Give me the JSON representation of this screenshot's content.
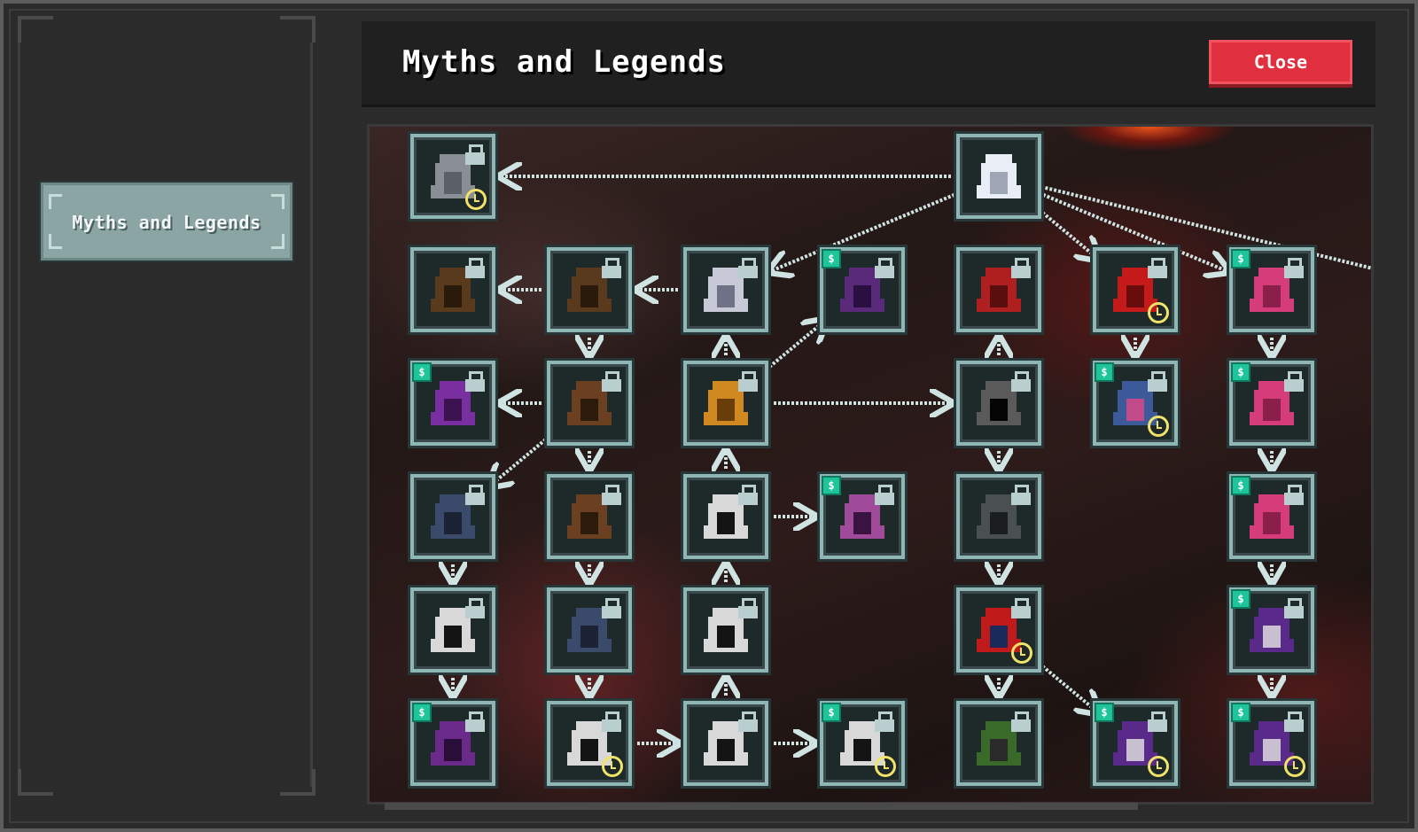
{
  "window": {
    "title": "Myths and Legends",
    "close_label": "Close"
  },
  "sidebar": {
    "tabs": [
      {
        "label": "Myths and Legends",
        "selected": true
      }
    ]
  },
  "colors": {
    "panel": "#2b2b2b",
    "header": "#202020",
    "tab": "#8ba4a4",
    "close": "#e0303f",
    "node_border": "#8fb5b5",
    "arrow": "#cfe3e3",
    "coin": "#1fc59a",
    "clock": "#f1e36a"
  },
  "tree": {
    "nodes": [
      {
        "id": "grey-skull",
        "col": 0,
        "row": 0,
        "icon": "grey-skull-icon",
        "locked": true,
        "premium": false,
        "timed": true
      },
      {
        "id": "white-skull",
        "col": 4,
        "row": 0,
        "icon": "white-skull-icon",
        "locked": false,
        "premium": false,
        "timed": false
      },
      {
        "id": "hood-brown-a",
        "col": 0,
        "row": 1,
        "icon": "brown-hood-icon",
        "locked": true,
        "premium": false,
        "timed": false
      },
      {
        "id": "hood-brown-b",
        "col": 1,
        "row": 1,
        "icon": "brown-hood-icon",
        "locked": true,
        "premium": false,
        "timed": false
      },
      {
        "id": "white-hood",
        "col": 2,
        "row": 1,
        "icon": "white-hood-icon",
        "locked": true,
        "premium": false,
        "timed": false
      },
      {
        "id": "purple-demon",
        "col": 3,
        "row": 1,
        "icon": "purple-demon-icon",
        "locked": true,
        "premium": true,
        "timed": false
      },
      {
        "id": "red-gate",
        "col": 4,
        "row": 1,
        "icon": "red-gate-icon",
        "locked": true,
        "premium": false,
        "timed": false
      },
      {
        "id": "red-target",
        "col": 5,
        "row": 1,
        "icon": "red-spiral-icon",
        "locked": true,
        "premium": false,
        "timed": true
      },
      {
        "id": "pink-star-a",
        "col": 6,
        "row": 1,
        "icon": "pink-star-icon",
        "locked": true,
        "premium": true,
        "timed": false
      },
      {
        "id": "purple-star-hood",
        "col": 0,
        "row": 2,
        "icon": "purple-star-hood-icon",
        "locked": true,
        "premium": true,
        "timed": false
      },
      {
        "id": "brown-star-hood-a",
        "col": 1,
        "row": 2,
        "icon": "brown-star-hood-icon",
        "locked": true,
        "premium": false,
        "timed": false
      },
      {
        "id": "orange-hood",
        "col": 2,
        "row": 2,
        "icon": "orange-hood-icon",
        "locked": true,
        "premium": false,
        "timed": false
      },
      {
        "id": "dark-portal",
        "col": 4,
        "row": 2,
        "icon": "dark-portal-icon",
        "locked": true,
        "premium": false,
        "timed": false
      },
      {
        "id": "blue-wizard",
        "col": 5,
        "row": 2,
        "icon": "blue-wizard-icon",
        "locked": true,
        "premium": true,
        "timed": true
      },
      {
        "id": "pink-star-b",
        "col": 6,
        "row": 2,
        "icon": "pink-star-icon",
        "locked": true,
        "premium": true,
        "timed": false
      },
      {
        "id": "navy-star-hood-a",
        "col": 0,
        "row": 3,
        "icon": "navy-star-hood-icon",
        "locked": true,
        "premium": false,
        "timed": false
      },
      {
        "id": "brown-star-hood-b",
        "col": 1,
        "row": 3,
        "icon": "brown-star-hood-icon",
        "locked": true,
        "premium": false,
        "timed": false
      },
      {
        "id": "skull-priest-a",
        "col": 2,
        "row": 3,
        "icon": "skull-priest-icon",
        "locked": true,
        "premium": false,
        "timed": false
      },
      {
        "id": "purple-skull-priest",
        "col": 3,
        "row": 3,
        "icon": "purple-skull-priest-icon",
        "locked": true,
        "premium": true,
        "timed": false
      },
      {
        "id": "graveyard",
        "col": 4,
        "row": 3,
        "icon": "graveyard-icon",
        "locked": true,
        "premium": false,
        "timed": false
      },
      {
        "id": "pink-star-c",
        "col": 6,
        "row": 3,
        "icon": "pink-star-icon",
        "locked": true,
        "premium": true,
        "timed": false
      },
      {
        "id": "skull-priest-b",
        "col": 0,
        "row": 4,
        "icon": "skull-priest-icon",
        "locked": true,
        "premium": false,
        "timed": false
      },
      {
        "id": "navy-star-hood-b",
        "col": 1,
        "row": 4,
        "icon": "navy-star-hood-icon",
        "locked": true,
        "premium": false,
        "timed": false
      },
      {
        "id": "skull-priest-c",
        "col": 2,
        "row": 4,
        "icon": "skull-priest-icon",
        "locked": true,
        "premium": false,
        "timed": false
      },
      {
        "id": "horned-demon",
        "col": 4,
        "row": 4,
        "icon": "horned-demon-icon",
        "locked": true,
        "premium": false,
        "timed": true
      },
      {
        "id": "violet-skull-mage",
        "col": 6,
        "row": 4,
        "icon": "violet-skull-mage-icon",
        "locked": true,
        "premium": true,
        "timed": false
      },
      {
        "id": "purple-hood",
        "col": 0,
        "row": 5,
        "icon": "purple-hood-icon",
        "locked": true,
        "premium": true,
        "timed": false
      },
      {
        "id": "skull-priest-d",
        "col": 1,
        "row": 5,
        "icon": "skull-priest-icon",
        "locked": true,
        "premium": false,
        "timed": true
      },
      {
        "id": "skull-priest-e",
        "col": 2,
        "row": 5,
        "icon": "skull-priest-cross-icon",
        "locked": true,
        "premium": false,
        "timed": false
      },
      {
        "id": "skull-priest-f",
        "col": 3,
        "row": 5,
        "icon": "skull-priest-icon",
        "locked": true,
        "premium": true,
        "timed": true
      },
      {
        "id": "green-ruins",
        "col": 4,
        "row": 5,
        "icon": "green-ruins-icon",
        "locked": true,
        "premium": false,
        "timed": false
      },
      {
        "id": "violet-skull-mage-b",
        "col": 5,
        "row": 5,
        "icon": "violet-skull-mage-icon",
        "locked": true,
        "premium": true,
        "timed": true
      },
      {
        "id": "violet-skull-mage-c",
        "col": 6,
        "row": 5,
        "icon": "violet-skull-mage-icon",
        "locked": true,
        "premium": true,
        "timed": true
      }
    ],
    "links": [
      [
        "white-skull",
        "grey-skull"
      ],
      [
        "white-skull",
        "white-hood"
      ],
      [
        "white-skull",
        "red-target"
      ],
      [
        "white-skull",
        "pink-star-a"
      ],
      [
        "white-skull",
        "offscreen-right"
      ],
      [
        "hood-brown-b",
        "hood-brown-a"
      ],
      [
        "white-hood",
        "hood-brown-b"
      ],
      [
        "hood-brown-b",
        "brown-star-hood-a"
      ],
      [
        "orange-hood",
        "white-hood"
      ],
      [
        "orange-hood",
        "purple-demon"
      ],
      [
        "dark-portal",
        "red-gate"
      ],
      [
        "red-target",
        "blue-wizard"
      ],
      [
        "pink-star-a",
        "pink-star-b"
      ],
      [
        "brown-star-hood-a",
        "purple-star-hood"
      ],
      [
        "brown-star-hood-a",
        "navy-star-hood-a"
      ],
      [
        "orange-hood",
        "dark-portal"
      ],
      [
        "brown-star-hood-a",
        "brown-star-hood-b"
      ],
      [
        "skull-priest-a",
        "orange-hood"
      ],
      [
        "dark-portal",
        "graveyard"
      ],
      [
        "pink-star-b",
        "pink-star-c"
      ],
      [
        "navy-star-hood-a",
        "skull-priest-b"
      ],
      [
        "brown-star-hood-b",
        "navy-star-hood-b"
      ],
      [
        "skull-priest-c",
        "skull-priest-a"
      ],
      [
        "skull-priest-a",
        "purple-skull-priest"
      ],
      [
        "graveyard",
        "horned-demon"
      ],
      [
        "pink-star-c",
        "violet-skull-mage"
      ],
      [
        "skull-priest-b",
        "purple-hood"
      ],
      [
        "navy-star-hood-b",
        "skull-priest-d"
      ],
      [
        "skull-priest-e",
        "skull-priest-c"
      ],
      [
        "horned-demon",
        "green-ruins"
      ],
      [
        "horned-demon",
        "violet-skull-mage-b"
      ],
      [
        "violet-skull-mage",
        "violet-skull-mage-c"
      ],
      [
        "skull-priest-d",
        "skull-priest-e"
      ],
      [
        "skull-priest-e",
        "skull-priest-f"
      ]
    ]
  }
}
